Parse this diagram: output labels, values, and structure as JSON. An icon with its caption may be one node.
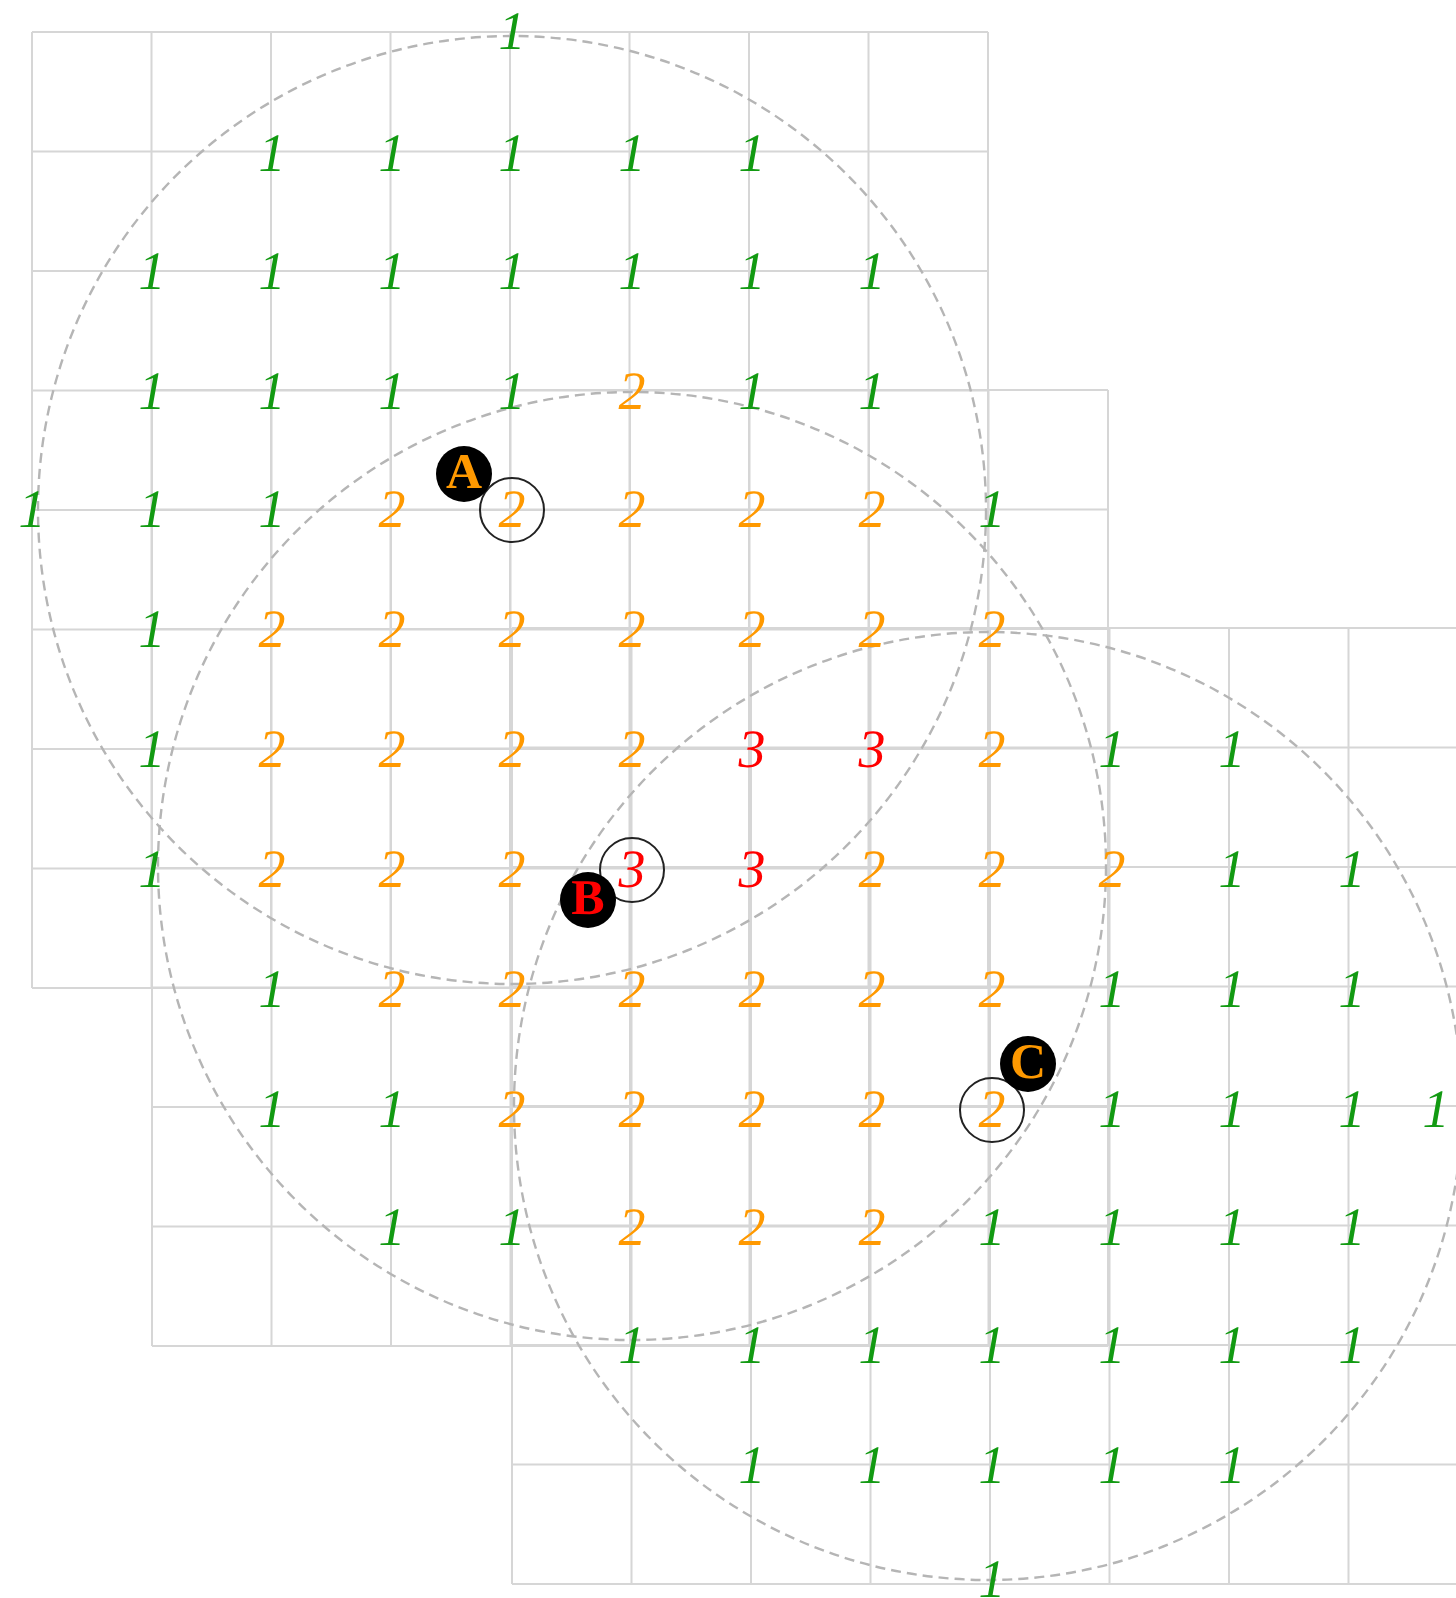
{
  "diagram": {
    "labels": [
      "1",
      "1",
      "1",
      "1",
      "1",
      "1",
      "1",
      "1",
      "1",
      "1",
      "1",
      "1",
      "1",
      "1",
      "1",
      "1",
      "1",
      "2",
      "1",
      "1",
      "A",
      "1",
      "1",
      "1",
      "2",
      "2",
      "2",
      "2",
      "2",
      "1",
      "1",
      "2",
      "2",
      "2",
      "2",
      "2",
      "2",
      "2",
      "1",
      "2",
      "2",
      "2",
      "2",
      "3",
      "3",
      "2",
      "1",
      "1",
      "1",
      "2",
      "2",
      "2",
      "3",
      "3",
      "2",
      "2",
      "2",
      "1",
      "1",
      "B",
      "1",
      "2",
      "2",
      "2",
      "2",
      "2",
      "2",
      "1",
      "1",
      "1",
      "C",
      "1",
      "1",
      "2",
      "2",
      "2",
      "2",
      "2",
      "1",
      "1",
      "1",
      "1",
      "1",
      "1",
      "2",
      "2",
      "2",
      "1",
      "1",
      "1",
      "1",
      "1",
      "1",
      "1",
      "1",
      "1",
      "1",
      "1",
      "1",
      "1",
      "1",
      "1",
      "1",
      "1"
    ]
  }
}
